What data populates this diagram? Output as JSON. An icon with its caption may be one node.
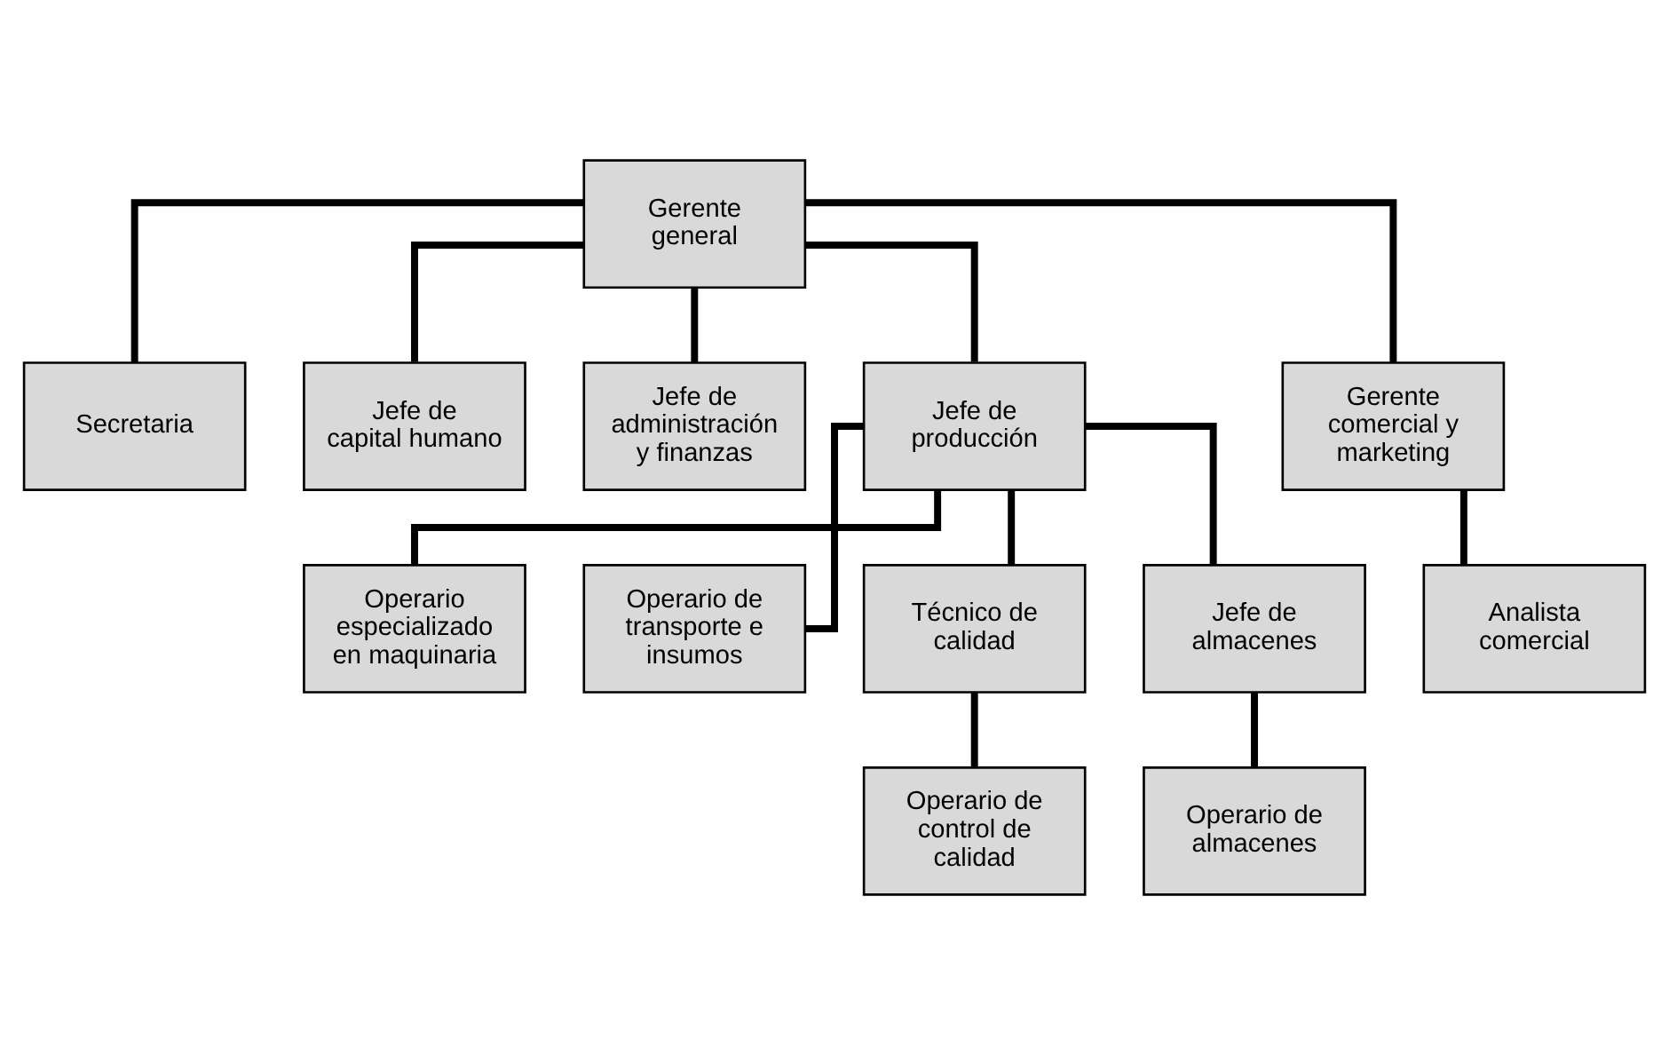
{
  "diagram": {
    "nodes": [
      {
        "text": [
          "Gerente general"
        ]
      },
      {
        "text": [
          "Secretaria"
        ]
      },
      {
        "text": [
          "Jefe de capital humano"
        ]
      },
      {
        "text": [
          "Jefe de administración y finanzas"
        ]
      },
      {
        "text": [
          "Jefe de producción"
        ]
      },
      {
        "text": [
          "Gerente comercial y marketing"
        ]
      },
      {
        "text": [
          "Operario especializado en maquinaria"
        ]
      },
      {
        "text": [
          "Operario de transporte e insumos"
        ]
      },
      {
        "text": [
          "Técnico de calidad"
        ]
      },
      {
        "text": [
          "Jefe de almacenes"
        ]
      },
      {
        "text": [
          "Analista comercial"
        ]
      },
      {
        "text": [
          "Operario de control de calidad"
        ]
      },
      {
        "text": [
          "Operario de almacenes"
        ]
      }
    ],
    "edges": [
      {
        "from": 0,
        "to": 1,
        "arrow": "none"
      },
      {
        "from": 0,
        "to": 2,
        "arrow": "none"
      },
      {
        "from": 0,
        "to": 3,
        "arrow": "none"
      },
      {
        "from": 0,
        "to": 4,
        "arrow": "none"
      },
      {
        "from": 0,
        "to": 5,
        "arrow": "none"
      },
      {
        "from": 4,
        "to": 6,
        "arrow": "none"
      },
      {
        "from": 4,
        "to": 7,
        "arrow": "none"
      },
      {
        "from": 4,
        "to": 8,
        "arrow": "none"
      },
      {
        "from": 4,
        "to": 9,
        "arrow": "none"
      },
      {
        "from": 5,
        "to": 10,
        "arrow": "none"
      },
      {
        "from": 8,
        "to": 11,
        "arrow": "none"
      },
      {
        "from": 9,
        "to": 12,
        "arrow": "none"
      }
    ]
  }
}
